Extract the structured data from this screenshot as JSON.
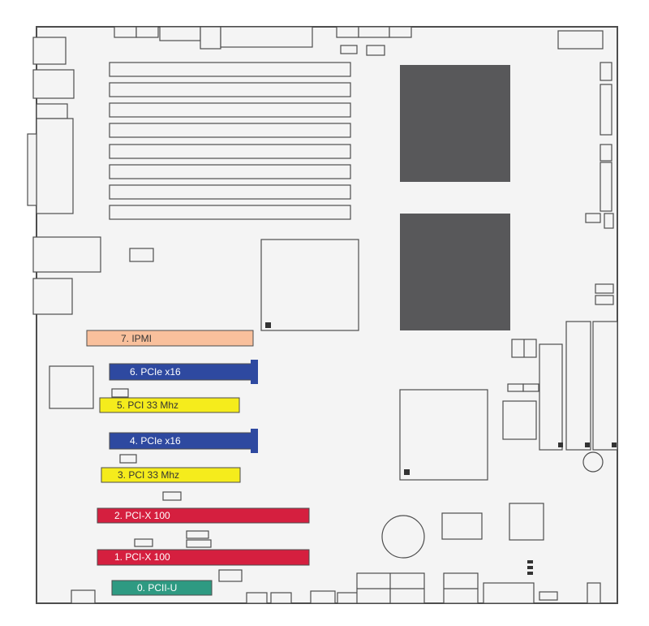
{
  "diagram": {
    "colors": {
      "board_fill": "#f4f4f4",
      "outline": "#4d4d4d",
      "cpu_socket": "#58585a",
      "ipmi": "#f9c09c",
      "pcie": "#2e49a0",
      "pci33": "#f5ec1c",
      "pcix": "#d51f3f",
      "pciu": "#2e9a82"
    },
    "slots": [
      {
        "id": "ipmi",
        "label": "7. IPMI",
        "text_color": "#333333"
      },
      {
        "id": "pcie6",
        "label": "6. PCIe x16",
        "text_color": "#ffffff"
      },
      {
        "id": "pci5",
        "label": "5. PCI 33 Mhz",
        "text_color": "#333333"
      },
      {
        "id": "pcie4",
        "label": "4. PCIe x16",
        "text_color": "#ffffff"
      },
      {
        "id": "pci3",
        "label": "3. PCI 33 Mhz",
        "text_color": "#333333"
      },
      {
        "id": "pcix2",
        "label": "2. PCI-X 100",
        "text_color": "#ffffff"
      },
      {
        "id": "pcix1",
        "label": "1. PCI-X 100",
        "text_color": "#ffffff"
      },
      {
        "id": "pciu0",
        "label": "0. PCII-U",
        "text_color": "#ffffff"
      }
    ]
  }
}
